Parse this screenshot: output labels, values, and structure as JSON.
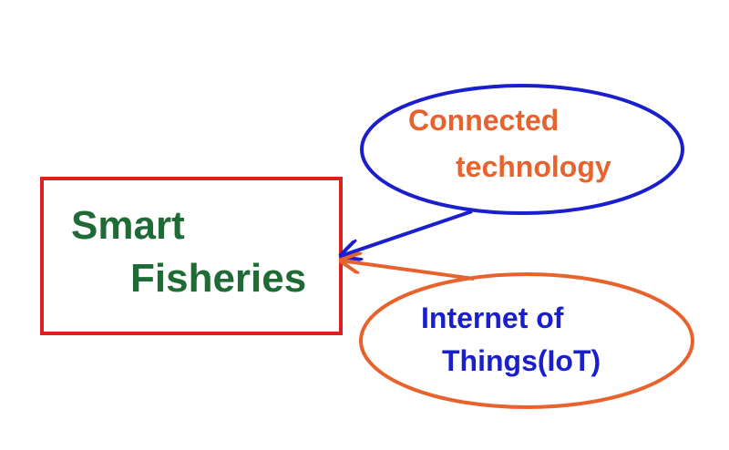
{
  "nodes": {
    "smart_fisheries": {
      "lines": [
        "Smart",
        "Fisheries"
      ],
      "text_color": "#1e6b36",
      "border_color": "#dd1f1f"
    },
    "connected_technology": {
      "lines": [
        "Connected",
        "technology"
      ],
      "text_color": "#e8622d",
      "border_color": "#1a1fcc"
    },
    "iot": {
      "lines": [
        "Internet of",
        "Things(IoT)"
      ],
      "text_color": "#1a1fcc",
      "border_color": "#e8622d"
    }
  },
  "edges": [
    {
      "from": "connected_technology",
      "to": "smart_fisheries",
      "color": "#1a1fcc"
    },
    {
      "from": "iot",
      "to": "smart_fisheries",
      "color": "#e8622d"
    }
  ]
}
